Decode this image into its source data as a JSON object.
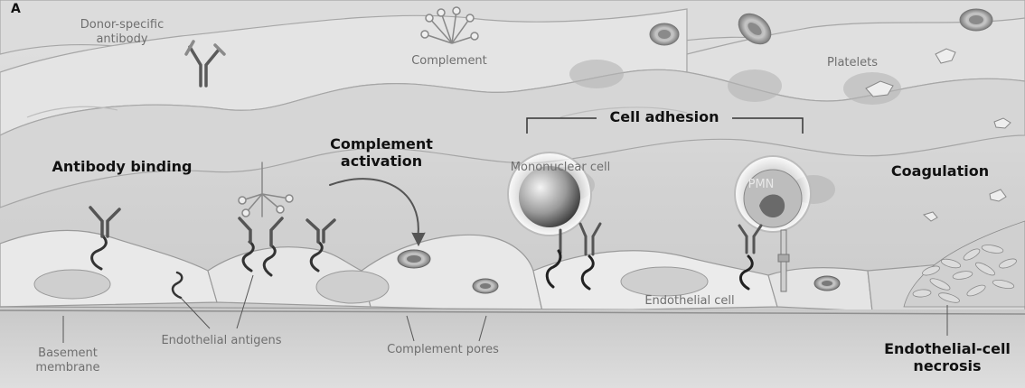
{
  "figure": {
    "panel_letter": "A"
  },
  "labels": {
    "donor_specific_antibody_line1": "Donor-specific",
    "donor_specific_antibody_line2": "antibody",
    "complement": "Complement",
    "platelets": "Platelets",
    "mononuclear_cell": "Mononuclear cell",
    "pmn": "PMN",
    "endothelial_cell": "Endothelial cell",
    "basement_membrane_line1": "Basement",
    "basement_membrane_line2": "membrane",
    "endothelial_antigens": "Endothelial antigens",
    "complement_pores": "Complement pores"
  },
  "stages": {
    "antibody_binding": "Antibody binding",
    "complement_activation_line1": "Complement",
    "complement_activation_line2": "activation",
    "cell_adhesion": "Cell adhesion",
    "coagulation": "Coagulation",
    "necrosis_line1": "Endothelial-cell",
    "necrosis_line2": "necrosis"
  },
  "colors": {
    "background_cells": "#cfcfcf",
    "cell_highlight": "#e6e6e6",
    "basement": "#c2c2c2",
    "header_text": "#111111",
    "label_text": "#6f6f6f"
  },
  "icons": [
    "antibody-icon",
    "antigen-icon",
    "complement-icon",
    "red-blood-cell-icon",
    "platelet-icon",
    "mononuclear-cell-icon",
    "pmn-icon",
    "fibrin-icon"
  ]
}
